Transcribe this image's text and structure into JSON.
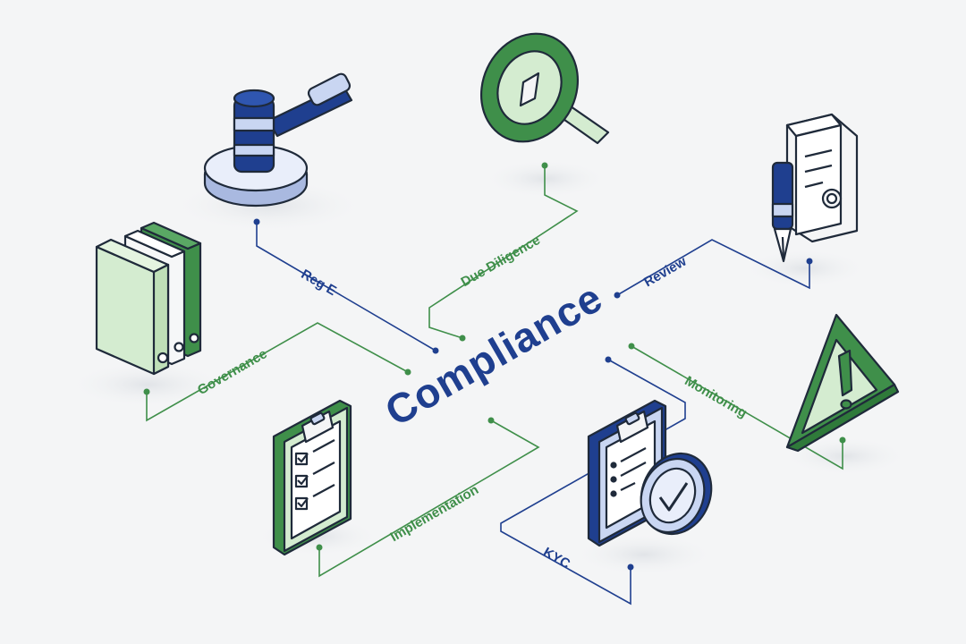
{
  "center": {
    "title": "Compliance"
  },
  "labels": {
    "reg_e": "Reg E",
    "due_diligence": "Due Diligence",
    "review": "Review",
    "governance": "Governance",
    "monitoring": "Monitoring",
    "implementation": "Implementation",
    "kyc": "KYC"
  },
  "icons": {
    "gavel": "gavel-icon",
    "magnifier": "magnifier-icon",
    "document_pen": "document-pen-icon",
    "books": "binders-icon",
    "warning": "warning-icon",
    "checklist": "checklist-clipboard-icon",
    "kyc_clipboard": "kyc-clipboard-check-icon"
  },
  "colors": {
    "navy": "#1f3f8f",
    "navy_dark": "#1e2a4a",
    "green": "#3f8f4a",
    "green_light": "#d4ecd0",
    "blue_light": "#c9d6f2",
    "background": "#f4f5f6",
    "outline": "#1f2a3a"
  }
}
